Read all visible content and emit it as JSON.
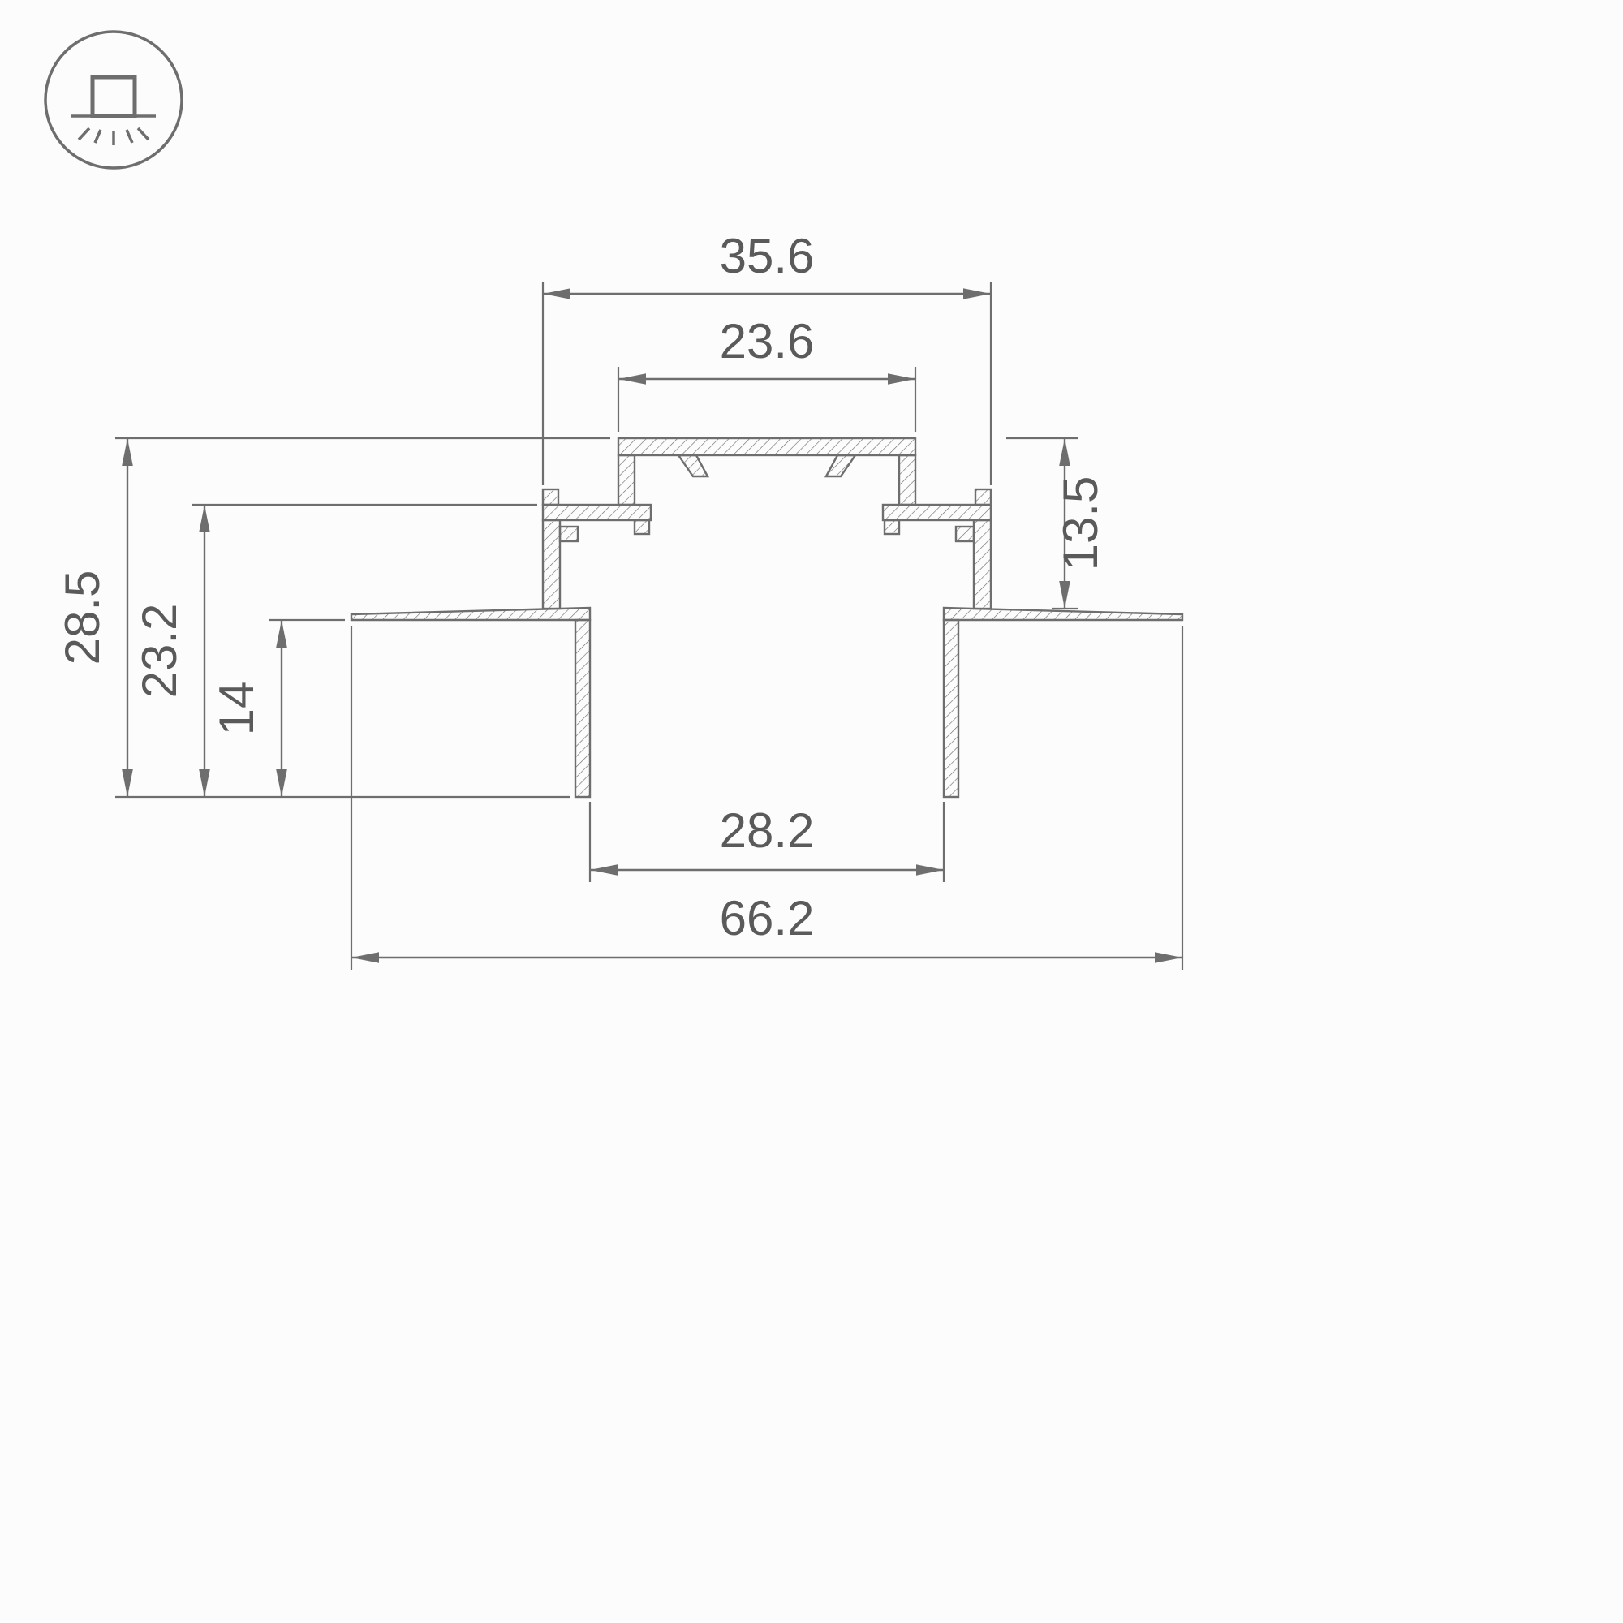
{
  "drawing": {
    "title": "recessed-led-profile-cross-section",
    "background_color": "#fcfcfc",
    "line_color": "#6e6e6e",
    "text_color": "#5a5a5a"
  },
  "icon": {
    "name": "recessed-downlight-mounting-icon"
  },
  "dimensions": {
    "top_outer_width": {
      "value": "35.6"
    },
    "top_opening_width": {
      "value": "23.6"
    },
    "recess_depth": {
      "value": "13.5"
    },
    "overall_height": {
      "value": "28.5"
    },
    "body_height": {
      "value": "23.2"
    },
    "leg_depth": {
      "value": "14"
    },
    "leg_inner_span": {
      "value": "28.2"
    },
    "overall_width": {
      "value": "66.2"
    }
  }
}
